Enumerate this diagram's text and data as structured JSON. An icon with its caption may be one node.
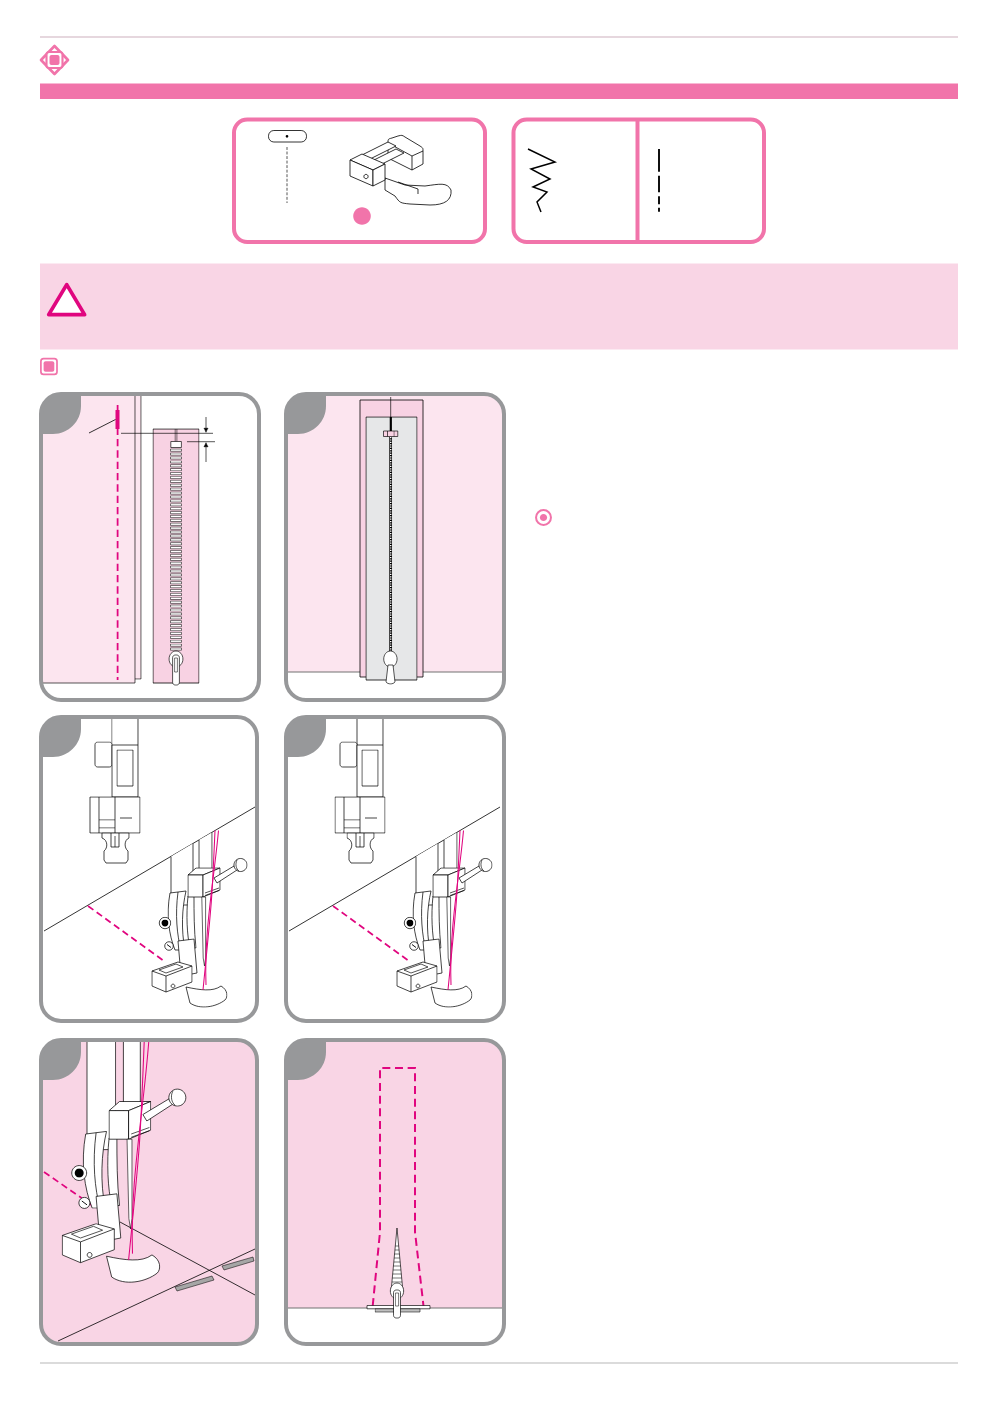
{
  "diagram": {
    "nodes": [
      {
        "text": [],
        "shape": "box"
      },
      {
        "text": [],
        "shape": "box"
      },
      {
        "text": [],
        "shape": "picture"
      },
      {
        "text": [],
        "shape": "picture"
      },
      {
        "text": [],
        "shape": "picture"
      },
      {
        "text": [],
        "shape": "picture"
      },
      {
        "text": [],
        "shape": "picture"
      },
      {
        "text": [],
        "shape": "picture"
      },
      {
        "text": [],
        "shape": "bar",
        "in": 2
      }
    ],
    "edges": [
      {
        "from": null,
        "to": 8,
        "arrow": "none"
      }
    ]
  }
}
